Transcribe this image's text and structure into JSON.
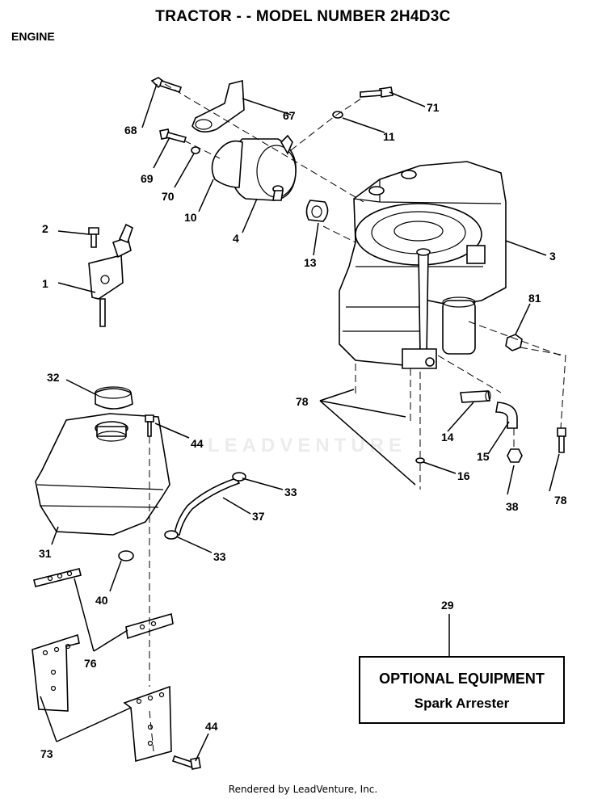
{
  "header": {
    "title": "TRACTOR - - MODEL NUMBER 2H4D3C",
    "section": "ENGINE"
  },
  "callouts": {
    "c1": "1",
    "c2": "2",
    "c3": "3",
    "c4": "4",
    "c10": "10",
    "c11": "11",
    "c13": "13",
    "c14": "14",
    "c15": "15",
    "c16": "16",
    "c29": "29",
    "c31": "31",
    "c32": "32",
    "c33a": "33",
    "c33b": "33",
    "c37": "37",
    "c38": "38",
    "c40": "40",
    "c44a": "44",
    "c44b": "44",
    "c67": "67",
    "c68": "68",
    "c69": "69",
    "c70": "70",
    "c71": "71",
    "c73": "73",
    "c76": "76",
    "c78a": "78",
    "c78b": "78",
    "c81": "81"
  },
  "optional_equipment": {
    "heading": "OPTIONAL EQUIPMENT",
    "item": "Spark Arrester"
  },
  "watermark": "LEADVENTURE",
  "footer": "Rendered by LeadVenture, Inc."
}
